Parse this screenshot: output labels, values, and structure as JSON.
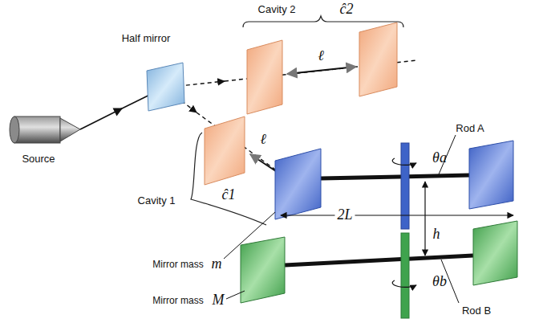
{
  "diagram": {
    "labels": [
      "Source",
      "Half mirror",
      "Cavity 2",
      "ĉ2",
      "ℓ",
      "Cavity 1",
      "ĉ1",
      "ℓ",
      "Rod A",
      "θa",
      "2L",
      "h",
      "θb",
      "Rod B",
      "Mirror mass",
      "m",
      "Mirror mass",
      "M"
    ]
  }
}
